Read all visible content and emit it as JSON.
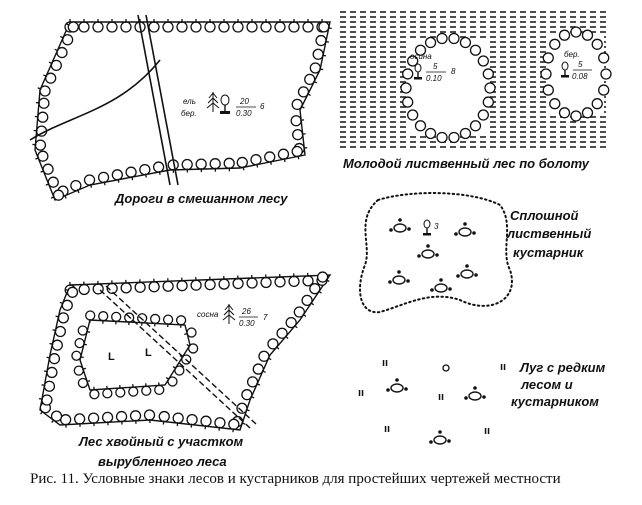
{
  "figure": {
    "caption": "Рис. 11. Условные знаки лесов и кустарников для простейших чертежей местности"
  },
  "panels": {
    "mixed_forest_roads": {
      "label": "Дороги в смешанном лесу",
      "species_1": "ель",
      "species_2": "бер.",
      "height": "20",
      "diameter": "0.30",
      "spacing": "6"
    },
    "swamp_forest": {
      "label": "Молодой лиственный лес по болоту",
      "left_species": "осина",
      "left_height": "5",
      "left_diameter": "0.10",
      "left_spacing": "8",
      "right_species": "бер.",
      "right_height": "5",
      "right_diameter": "0.08"
    },
    "shrub": {
      "label_line1": "Сплошной",
      "label_line2": "лиственный",
      "label_line3": "кустарник",
      "marker_num": "3"
    },
    "conifer_forest": {
      "label_line1": "Лес хвойный с участком",
      "label_line2": "вырубленного леса",
      "species": "сосна",
      "height": "26",
      "diameter": "0.30",
      "spacing": "7",
      "cut_symbol": "L"
    },
    "meadow": {
      "label_line1": "Луг с редким",
      "label_line2": "лесом и",
      "label_line3": "кустарником",
      "grass_symbol": "ıı"
    }
  }
}
